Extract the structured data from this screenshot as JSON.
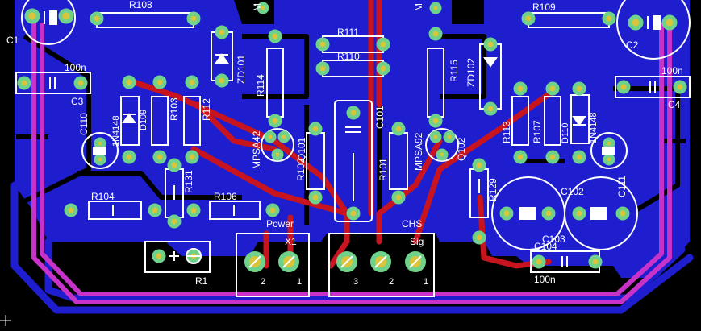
{
  "colors": {
    "background": "#000000",
    "copper_bottom": "#1e1ecf",
    "copper_top": "#c8141e",
    "outline_bus": "#c832c8",
    "silkscreen": "#ffffff",
    "pad_ring": "#6fd28a",
    "pad_fill": "#d9c43a"
  },
  "labels": {
    "c1": "C1",
    "c2": "C2",
    "c3": "C3",
    "c4": "C4",
    "c3_value": "100n",
    "c4_value": "100n",
    "c104_value": "100n",
    "r108": "R108",
    "r109": "R109",
    "r111": "R111",
    "r110": "R110",
    "zd101": "ZD101",
    "zd102": "ZD102",
    "r114": "R114",
    "r115": "R115",
    "r103": "R103",
    "r112": "R112",
    "r113": "R113",
    "r107": "R107",
    "c110": "C110",
    "c111": "C111",
    "d109_part": "1N4148",
    "d109": "D109",
    "d110_part": "1N4148",
    "d110": "D110",
    "q101_part": "MPSA42",
    "q101": "Q101",
    "q102_part": "MPSA92",
    "q102": "Q102",
    "r102": "R102",
    "r101": "R101",
    "c101": "C101",
    "r131": "R131",
    "r129": "R129",
    "r104": "R104",
    "r106": "R106",
    "r1": "R1",
    "power": "Power",
    "x1": "X1",
    "chs": "CHS",
    "sig": "Sig",
    "c102": "C102",
    "c103": "C103",
    "c104": "C104",
    "pin_1a": "1",
    "pin_2a": "2",
    "pin_1b": "1",
    "pin_2b": "2",
    "pin_3b": "3",
    "m_left": "M",
    "m_right": "M"
  }
}
